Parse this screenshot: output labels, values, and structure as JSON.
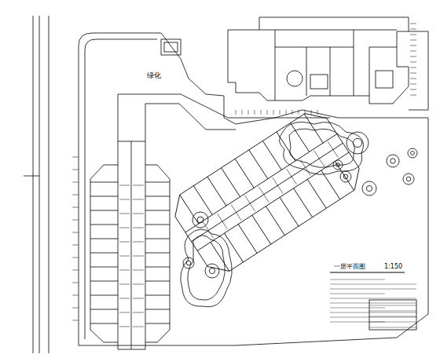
{
  "diagram": {
    "title": "一层平面图",
    "labels": [
      "1:150",
      "绿化"
    ]
  }
}
